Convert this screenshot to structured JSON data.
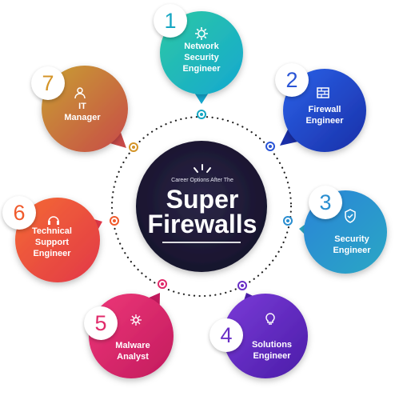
{
  "hub": {
    "subtitle": "Career Options After The",
    "title": "Super\nFirewalls"
  },
  "careers": [
    {
      "number": "1",
      "label": "Network\nSecurity\nEngineer",
      "icon": "network-gear-icon",
      "colors": [
        "#2ec8a4",
        "#14a8d0"
      ],
      "number_color": "#16a6c2"
    },
    {
      "number": "2",
      "label": "Firewall\nEngineer",
      "icon": "firewall-icon",
      "colors": [
        "#2a62e8",
        "#1a2fa8"
      ],
      "number_color": "#2a55d6"
    },
    {
      "number": "3",
      "label": "Security\nEngineer",
      "icon": "security-icon",
      "colors": [
        "#2a84d8",
        "#2aa7c4"
      ],
      "number_color": "#2a8ed0"
    },
    {
      "number": "4",
      "label": "Solutions\nEngineer",
      "icon": "lightbulb-icon",
      "colors": [
        "#7b3bd8",
        "#4a1ca8"
      ],
      "number_color": "#6a2fc6"
    },
    {
      "number": "5",
      "label": "Malware\nAnalyst",
      "icon": "malware-icon",
      "colors": [
        "#ee3878",
        "#c21a5e"
      ],
      "number_color": "#e02a6a"
    },
    {
      "number": "6",
      "label": "Technical\nSupport\nEngineer",
      "icon": "support-icon",
      "colors": [
        "#f46a34",
        "#e23848"
      ],
      "number_color": "#f05a2c"
    },
    {
      "number": "7",
      "label": "IT\nManager",
      "icon": "manager-icon",
      "colors": [
        "#c8a032",
        "#c84a48"
      ],
      "number_color": "#d49428"
    }
  ]
}
